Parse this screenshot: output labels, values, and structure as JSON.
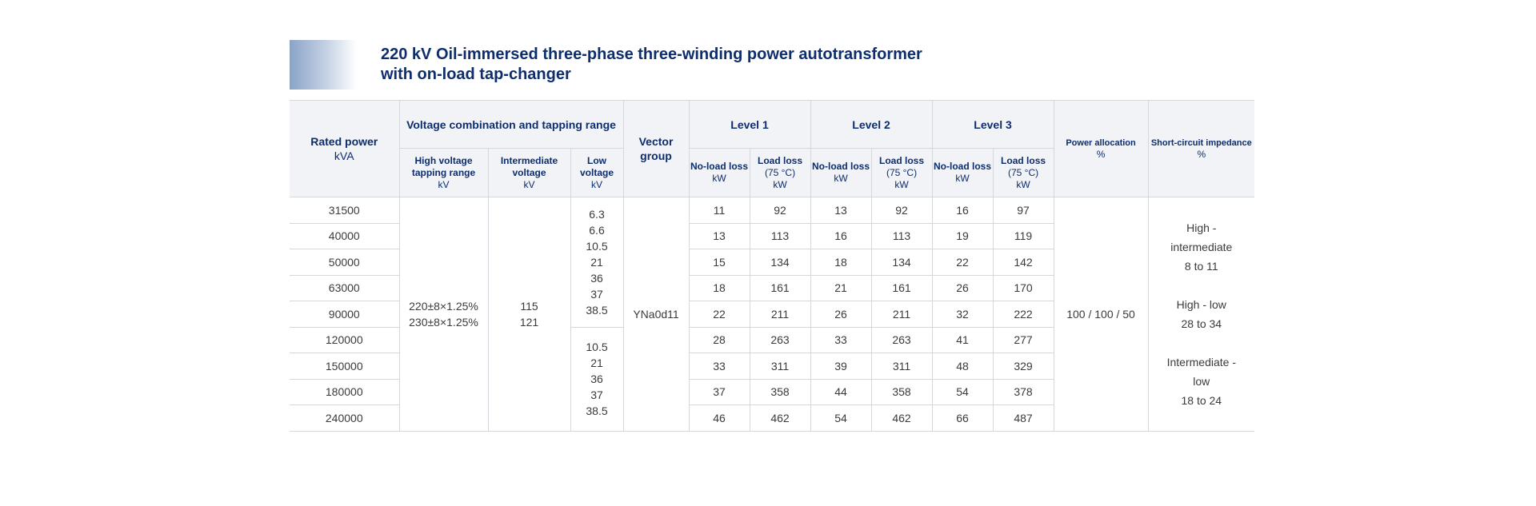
{
  "title_line1": "220 kV Oil-immersed three-phase three-winding power autotransformer",
  "title_line2": "with on-load tap-changer",
  "headers": {
    "rated_power": "Rated power",
    "rated_power_unit": "kVA",
    "voltage_combination": "Voltage combination and tapping range",
    "hv": "High voltage tapping range",
    "hv_unit": "kV",
    "iv": "Intermediate voltage",
    "iv_unit": "kV",
    "lv": "Low voltage",
    "lv_unit": "kV",
    "vector_group": "Vector group",
    "level1": "Level 1",
    "level2": "Level 2",
    "level3": "Level 3",
    "no_load_loss": "No-load loss",
    "load_loss": "Load loss",
    "load_loss_temp": "(75 °C)",
    "loss_unit": "kW",
    "power_allocation": "Power allocation",
    "power_allocation_unit": "%",
    "sc_impedance": "Short-circuit impedance",
    "sc_impedance_unit": "%"
  },
  "shared": {
    "hv_values": [
      "220±8×1.25%",
      "230±8×1.25%"
    ],
    "iv_values": [
      "115",
      "121"
    ],
    "lv_group1": [
      "6.3",
      "6.6",
      "10.5",
      "21",
      "36",
      "37",
      "38.5"
    ],
    "lv_group2": [
      "10.5",
      "21",
      "36",
      "37",
      "38.5"
    ],
    "vector_group": "YNa0d11",
    "power_allocation": "100 / 100 / 50",
    "impedance": {
      "hi_label_1": "High -",
      "hi_label_2": "intermediate",
      "hi_value": "8 to 11",
      "hl_label": "High - low",
      "hl_value": "28 to 34",
      "il_label_1": "Intermediate -",
      "il_label_2": "low",
      "il_value": "18 to 24"
    }
  },
  "rows": [
    {
      "power": "31500",
      "l1_nl": "11",
      "l1_ll": "92",
      "l2_nl": "13",
      "l2_ll": "92",
      "l3_nl": "16",
      "l3_ll": "97"
    },
    {
      "power": "40000",
      "l1_nl": "13",
      "l1_ll": "113",
      "l2_nl": "16",
      "l2_ll": "113",
      "l3_nl": "19",
      "l3_ll": "119"
    },
    {
      "power": "50000",
      "l1_nl": "15",
      "l1_ll": "134",
      "l2_nl": "18",
      "l2_ll": "134",
      "l3_nl": "22",
      "l3_ll": "142"
    },
    {
      "power": "63000",
      "l1_nl": "18",
      "l1_ll": "161",
      "l2_nl": "21",
      "l2_ll": "161",
      "l3_nl": "26",
      "l3_ll": "170"
    },
    {
      "power": "90000",
      "l1_nl": "22",
      "l1_ll": "211",
      "l2_nl": "26",
      "l2_ll": "211",
      "l3_nl": "32",
      "l3_ll": "222"
    },
    {
      "power": "120000",
      "l1_nl": "28",
      "l1_ll": "263",
      "l2_nl": "33",
      "l2_ll": "263",
      "l3_nl": "41",
      "l3_ll": "277"
    },
    {
      "power": "150000",
      "l1_nl": "33",
      "l1_ll": "311",
      "l2_nl": "39",
      "l2_ll": "311",
      "l3_nl": "48",
      "l3_ll": "329"
    },
    {
      "power": "180000",
      "l1_nl": "37",
      "l1_ll": "358",
      "l2_nl": "44",
      "l2_ll": "358",
      "l3_nl": "54",
      "l3_ll": "378"
    },
    {
      "power": "240000",
      "l1_nl": "46",
      "l1_ll": "462",
      "l2_nl": "54",
      "l2_ll": "462",
      "l3_nl": "66",
      "l3_ll": "487"
    }
  ]
}
